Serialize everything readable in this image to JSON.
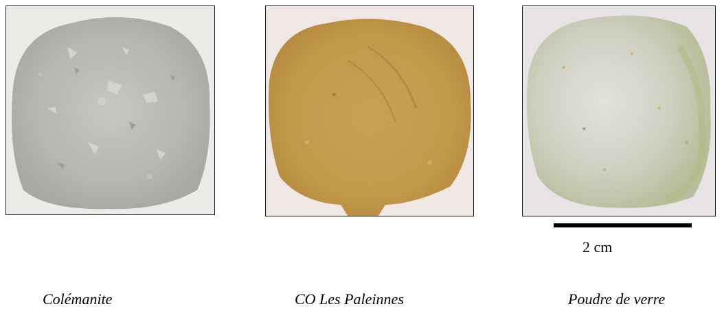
{
  "photos": [
    {
      "id": "colemanite",
      "caption": "Colémanite",
      "powder_color": "#b9b8b3",
      "background_color": "#ededea"
    },
    {
      "id": "co-les-paleinnes",
      "caption": "CO Les Paleinnes",
      "powder_color": "#c59a4c",
      "background_color": "#eee7e3"
    },
    {
      "id": "poudre-de-verre",
      "caption": "Poudre de verre",
      "powder_color": "#cfcfc0",
      "background_color": "#e9e6e8"
    }
  ],
  "scale": {
    "label": "2 cm"
  }
}
